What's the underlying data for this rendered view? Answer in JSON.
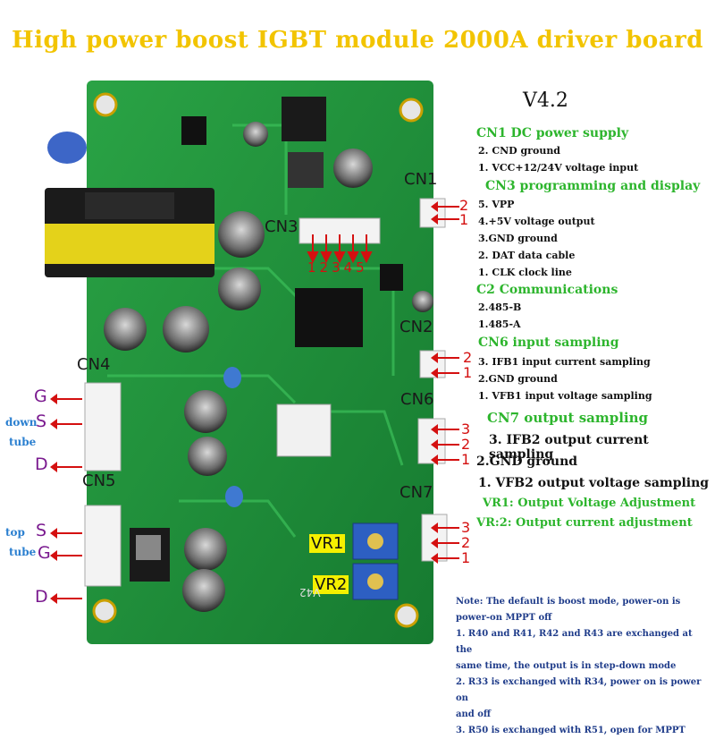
{
  "title": "High power boost IGBT module 2000A driver board",
  "version": "V4.2",
  "legend": {
    "cn1_header": "CN1 DC power supply",
    "cn1_2": "2. CND ground",
    "cn1_1": "1. VCC+12/24V voltage input",
    "cn3_header": "CN3 programming and display",
    "cn3_5": "5. VPP",
    "cn3_4": "4.+5V voltage output",
    "cn3_3": "3.GND ground",
    "cn3_2": "2. DAT data cable",
    "cn3_1": "1. CLK clock line",
    "cn2_header": "C2 Communications",
    "cn2_2": "2.485-B",
    "cn2_1": "1.485-A",
    "cn6_header": "CN6 input sampling",
    "cn6_3": "3. IFB1 input current sampling",
    "cn6_2": "2.GND ground",
    "cn6_1": "1. VFB1 input voltage sampling",
    "cn7_header": "CN7 output sampling",
    "cn7_3": "3. IFB2 output current sampling",
    "cn7_2": "2.GND ground",
    "cn7_1": "1. VFB2 output voltage sampling",
    "vr1": "VR1: Output Voltage Adjustment",
    "vr2": "VR:2: Output current adjustment"
  },
  "notes": [
    "Note: The default is boost mode, power-on is",
    "power-on MPPT off",
    "1. R40 and R41, R42 and R43 are exchanged at the",
    "same time, the output is in step-down mode",
    "2. R33 is exchanged with R34, power on is power on",
    "and off",
    "3. R50 is exchanged with R51, open for MPPT"
  ],
  "board_labels": {
    "cn1": "CN1",
    "cn3": "CN3",
    "cn3_pins": "12345",
    "cn2": "CN2",
    "cn4": "CN4",
    "cn6": "CN6",
    "cn5": "CN5",
    "cn7": "CN7",
    "vr1": "VR1",
    "vr2": "VR2",
    "silk_v42": "V42"
  },
  "left_labels": {
    "down_tube": "down",
    "down_tube2": "tube",
    "top_tube": "top",
    "top_tube2": "tube",
    "g1": "G",
    "s1": "S",
    "d1": "D",
    "s2": "S",
    "g2": "G",
    "d2": "D"
  },
  "pin_numbers": {
    "two": "2",
    "one": "1",
    "three": "3"
  },
  "colors": {
    "title": "#f2c400",
    "pcb": "#1f8f3a",
    "header_green": "#2db52d",
    "pin_red": "#d41010",
    "label_purple": "#7a1a8f",
    "note_blue": "#1f3c8a"
  }
}
